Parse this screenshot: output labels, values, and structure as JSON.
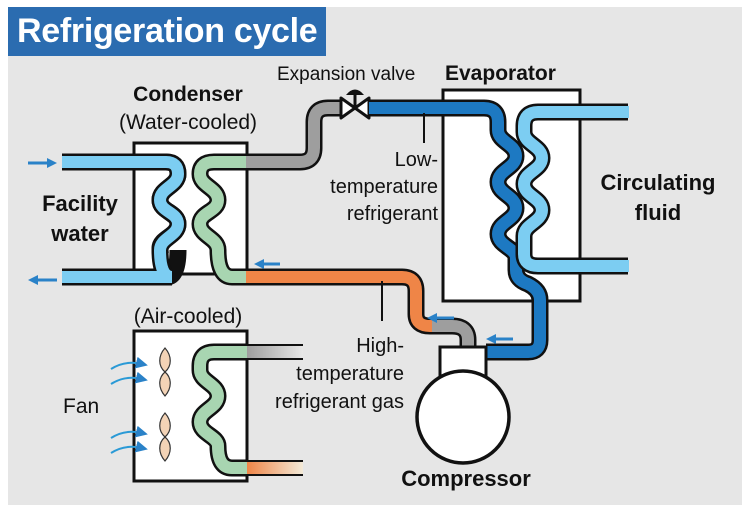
{
  "title": "Refrigeration cycle",
  "labels": {
    "condenser": "Condenser",
    "water_cooled": "(Water-cooled)",
    "air_cooled": "(Air-cooled)",
    "expansion_valve": "Expansion valve",
    "evaporator": "Evaporator",
    "low_temp": [
      "Low-",
      "temperature",
      "refrigerant"
    ],
    "facility_water": [
      "Facility",
      "water"
    ],
    "circulating_fluid": [
      "Circulating",
      "fluid"
    ],
    "high_temp": [
      "High-",
      "temperature",
      "refrigerant gas"
    ],
    "fan": "Fan",
    "compressor": "Compressor"
  },
  "colors": {
    "title_bg": "#2b6cb0",
    "water": "#7ccdf2",
    "low_temp_refrigerant": "#1d79c2",
    "high_temp_refrigerant": "#ef8547",
    "condensed_refrigerant": "#a8d5b1",
    "pipe_gray": "#9e9e9e",
    "flow_arrow": "#2a82c8",
    "background": "#e6e6e6"
  }
}
